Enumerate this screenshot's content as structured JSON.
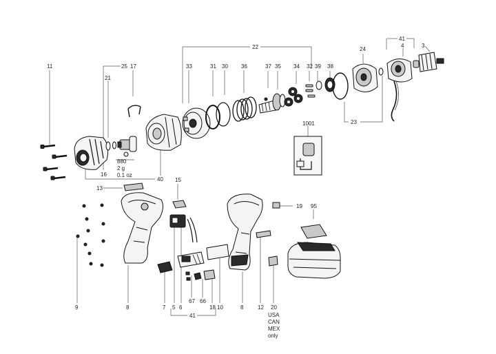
{
  "callouts": {
    "c11": "11",
    "c25": "25",
    "c17": "17",
    "c21": "21",
    "c22": "22",
    "c33": "33",
    "c31": "31",
    "c30": "30",
    "c36": "36",
    "c37": "37",
    "c35": "35",
    "c34": "34",
    "c32": "32",
    "c39": "39",
    "c38": "38",
    "c24": "24",
    "c41top": "41",
    "c4": "4",
    "c3": "3",
    "c23": "23",
    "c1001": "1001",
    "c16": "16",
    "c40": "40",
    "c13": "13",
    "c15": "15",
    "c19": "19",
    "c95": "95",
    "c9": "9",
    "c8a": "8",
    "c7": "7",
    "c5": "5",
    "c6": "6",
    "c67": "67",
    "c66": "66",
    "c18": "18",
    "c10": "10",
    "c8b": "8",
    "c12": "12",
    "c20": "20",
    "c41bot": "41"
  },
  "grease_note": {
    "part": "880",
    "weight_g": "2 g",
    "weight_oz": "0.1 oz"
  },
  "region_note": [
    "USA",
    "CAN",
    "MEX",
    "only"
  ],
  "colors": {
    "ink": "#111111",
    "leader": "#555555",
    "panel": "#2a2a2a"
  }
}
